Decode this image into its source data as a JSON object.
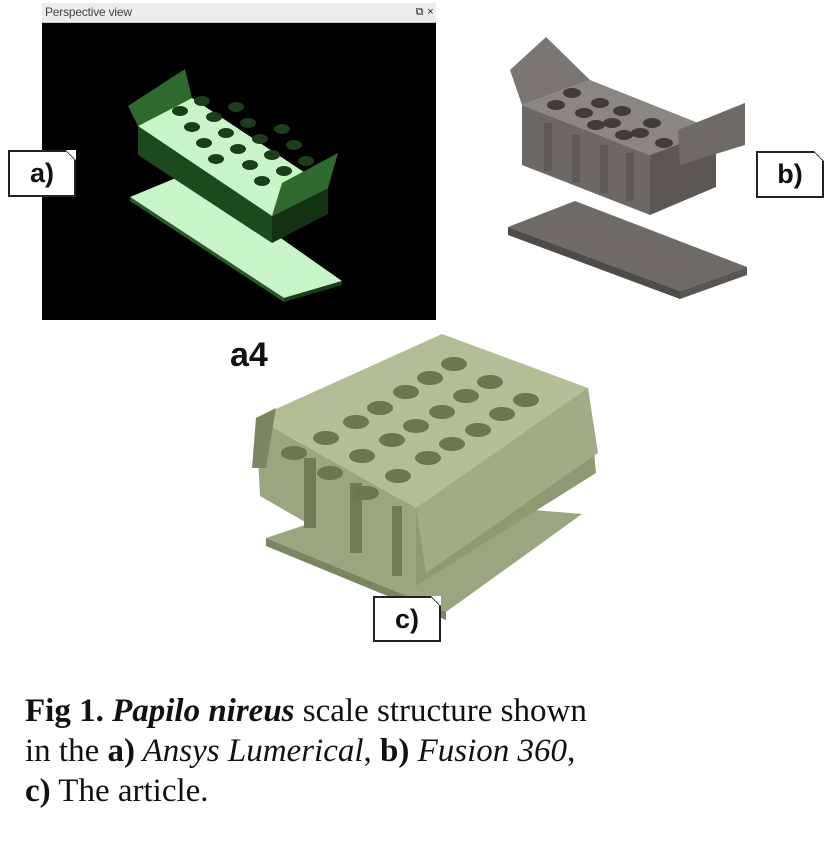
{
  "panel_a": {
    "window_title": "Perspective view",
    "restore_glyph": "⧉",
    "close_glyph": "×",
    "label": "a)",
    "colors": {
      "background": "#000000",
      "top_face": "#c8f5c8",
      "side_face": "#2a5a2a",
      "side_dark": "#1a3d1a"
    }
  },
  "panel_b": {
    "label": "b)",
    "colors": {
      "body": "#6e6a66",
      "light": "#8a8682",
      "dark": "#4e4b48"
    }
  },
  "panel_c": {
    "label": "c)",
    "figure_text": "a4",
    "colors": {
      "body": "#9aa67e",
      "light": "#b3bd96",
      "dark": "#7a865f"
    }
  },
  "caption": {
    "fig_label": "Fig 1.",
    "species": "Papilo nireus",
    "text_1": " scale structure shown in the ",
    "a_marker": "a)",
    "a_software": " Ansys Lumerical",
    "sep_1": ", ",
    "b_marker": "b)",
    "b_software": " Fusion 360",
    "sep_2": ", ",
    "c_marker": "c)",
    "c_text": " The article."
  }
}
